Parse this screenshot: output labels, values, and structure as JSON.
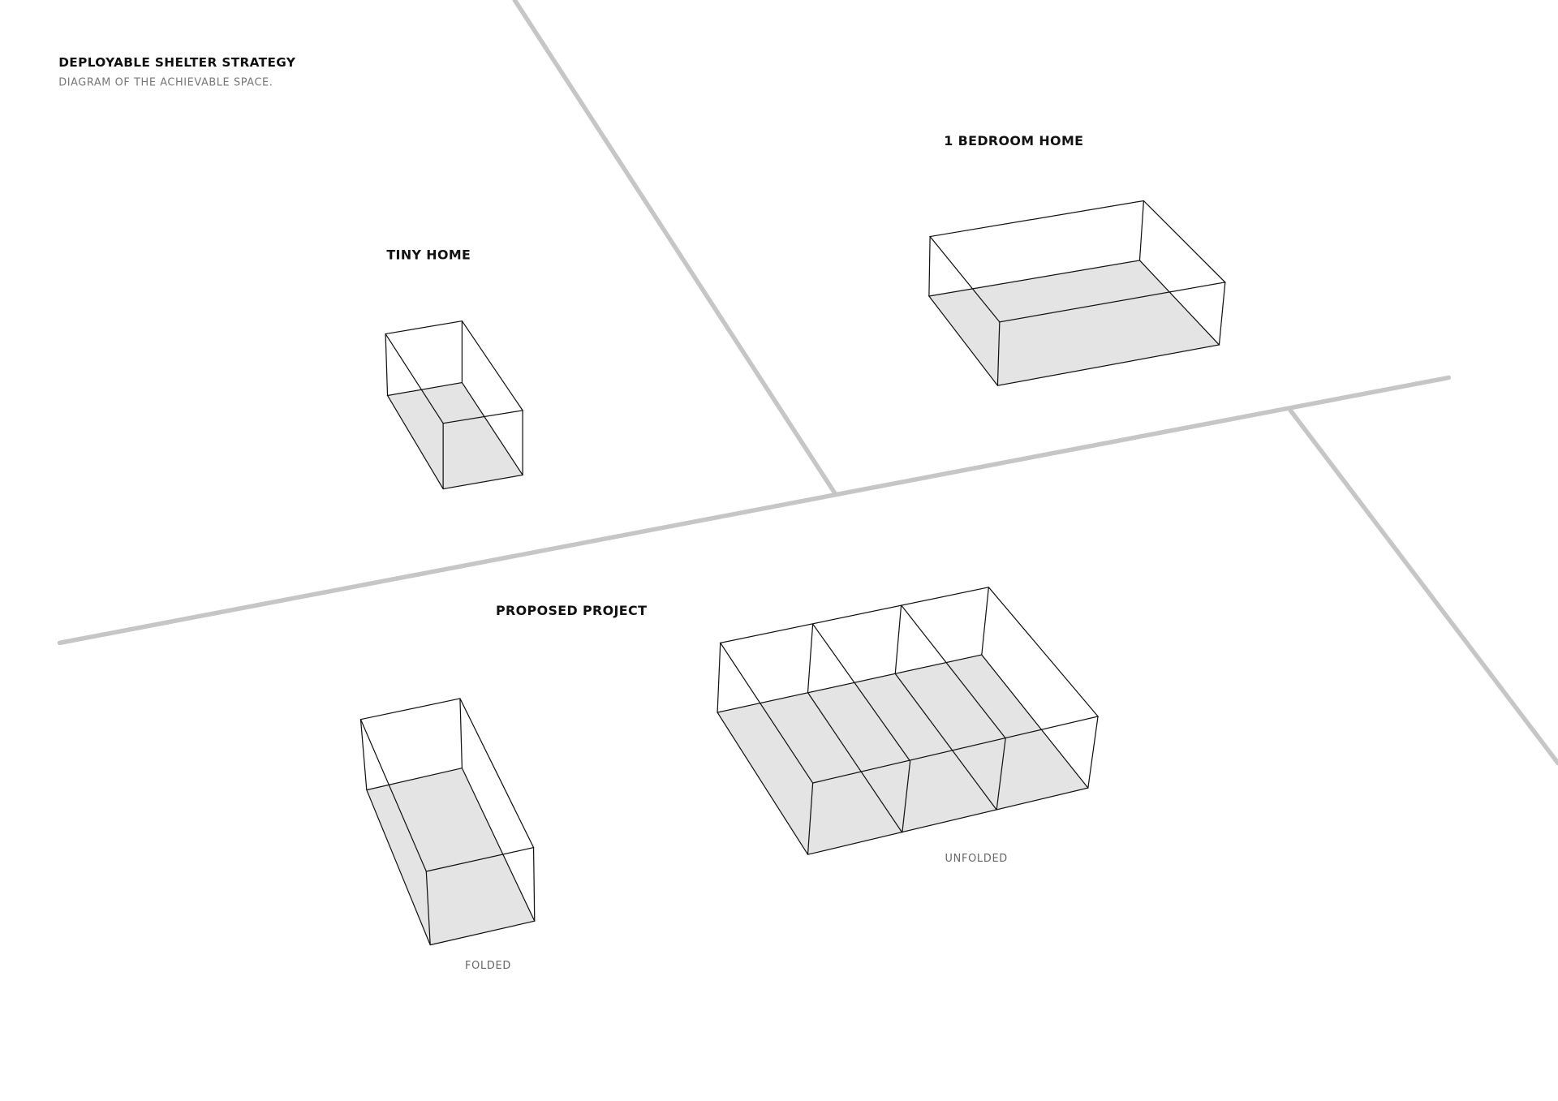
{
  "header": {
    "title": "DEPLOYABLE SHELTER STRATEGY",
    "subtitle": "DIAGRAM OF THE ACHIEVABLE SPACE."
  },
  "labels": {
    "tiny_home": "TINY HOME",
    "one_bedroom": "1 BEDROOM HOME",
    "proposed": "PROPOSED PROJECT",
    "folded": "FOLDED",
    "unfolded": "UNFOLDED"
  },
  "colors": {
    "road": "#c6c6c6",
    "floor": "#e4e4e4",
    "line": "#111111"
  }
}
